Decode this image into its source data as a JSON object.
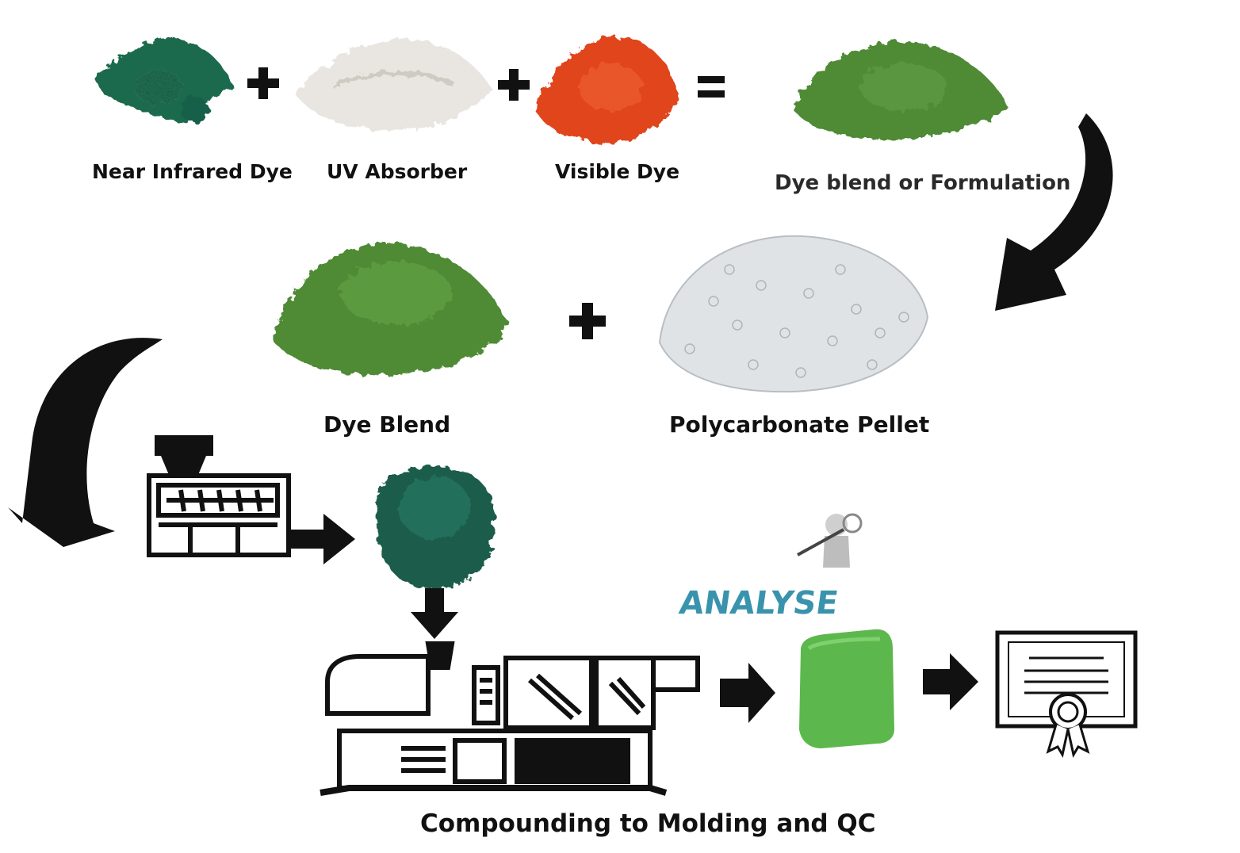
{
  "labels": {
    "nir_dye": "Near Infrared Dye",
    "uv_absorber": "UV Absorber",
    "visible_dye": "Visible Dye",
    "dye_blend_formulation": "Dye blend or Formulation",
    "dye_blend": "Dye Blend",
    "polycarbonate_pellet": "Polycarbonate Pellet",
    "analyse": "ANALYSE",
    "process_caption": "Compounding to Molding and QC"
  },
  "operators": {
    "plus": "+",
    "equals": "="
  },
  "colors": {
    "nir_dye": "#1f6b4e",
    "uv_absorber": "#e9e6e1",
    "visible_dye": "#e0451c",
    "green_blend": "#4f8a35",
    "pellet_clear": "#dfe3e6",
    "green_pellets": "#1d5c4c",
    "molded_part": "#5cb84c",
    "analyse_text": "#3a93ad",
    "ink": "#111111"
  },
  "icons": {
    "extruder": "extruder-icon",
    "molding_machine": "injection-molding-machine-icon",
    "analyse": "magnifier-person-icon",
    "certificate": "certificate-icon",
    "arrow": "arrow-right-icon"
  }
}
